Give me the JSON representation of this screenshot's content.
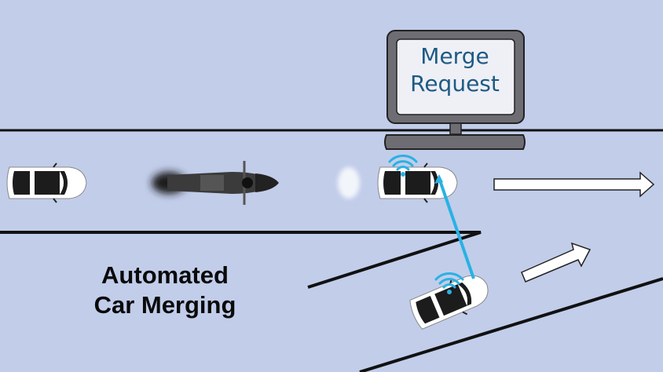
{
  "title_caption": {
    "line1": "Automated",
    "line2": "Car Merging"
  },
  "monitor": {
    "line1": "Merge",
    "line2": "Request"
  },
  "colors": {
    "background": "#c2cdea",
    "road_lines": "#111111",
    "signal": "#29b2e3",
    "monitor_frame": "#6e6d73",
    "monitor_screen": "#eef0f6",
    "monitor_text": "#1f5a84",
    "car_body": "#ffffff",
    "car_glass": "#1c1c1c"
  },
  "scene": {
    "vehicles": [
      "car-left",
      "motorcycle",
      "car-main-lane",
      "car-merging"
    ],
    "arrows": [
      "arrow-forward",
      "arrow-merge"
    ]
  }
}
